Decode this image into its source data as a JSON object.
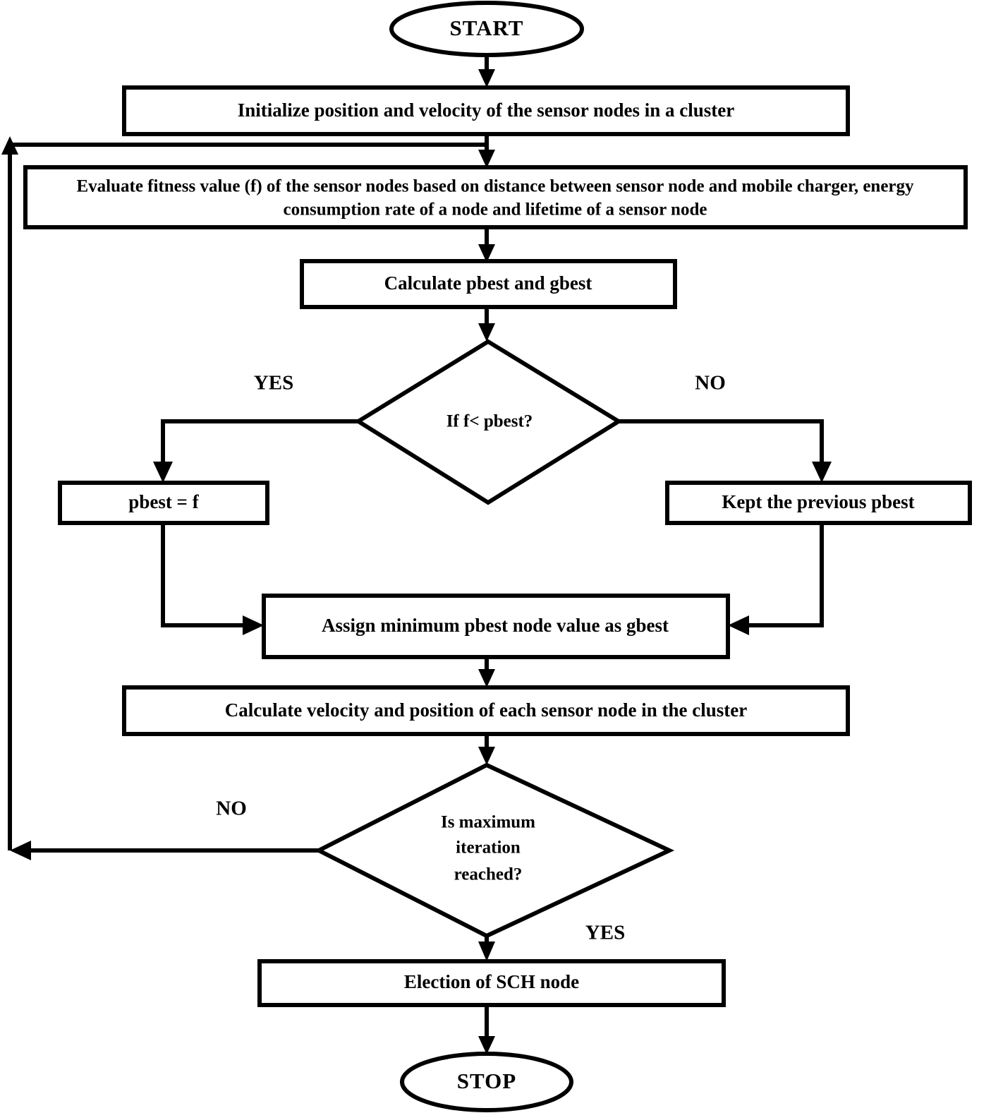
{
  "diagram": {
    "title": "PSO-based Super Cluster Head (SCH) election flowchart",
    "colors": {
      "stroke": "#000000",
      "fill": "#ffffff",
      "background": "#ffffff"
    },
    "nodes": {
      "start": {
        "label": "START",
        "shape": "ellipse"
      },
      "initialize": {
        "label": "Initialize position and velocity of the sensor nodes in a cluster",
        "shape": "process"
      },
      "evaluate": {
        "shape": "process",
        "line1": "Evaluate fitness value (f) of the sensor nodes based on distance between sensor node and mobile charger, energy",
        "line2": "consumption rate of a node and lifetime of a sensor node"
      },
      "calculate_best": {
        "label": "Calculate pbest and gbest",
        "shape": "process"
      },
      "decision_fitness": {
        "label": "If f< pbest?",
        "shape": "decision"
      },
      "pbest_assign": {
        "label": "pbest = f",
        "shape": "process"
      },
      "keep_pbest": {
        "label": "Kept the previous pbest",
        "shape": "process"
      },
      "assign_gbest": {
        "label": "Assign minimum pbest node value as gbest",
        "shape": "process"
      },
      "calculate_velocity": {
        "label": "Calculate velocity and position of each sensor node in the cluster",
        "shape": "process"
      },
      "decision_iteration": {
        "shape": "decision",
        "line1": "Is maximum",
        "line2": "iteration",
        "line3": "reached?"
      },
      "election": {
        "label": "Election of SCH node",
        "shape": "process"
      },
      "stop": {
        "label": "STOP",
        "shape": "ellipse"
      }
    },
    "branch_labels": {
      "fitness_yes": "YES",
      "fitness_no": "NO",
      "iteration_no": "NO",
      "iteration_yes": "YES"
    }
  }
}
